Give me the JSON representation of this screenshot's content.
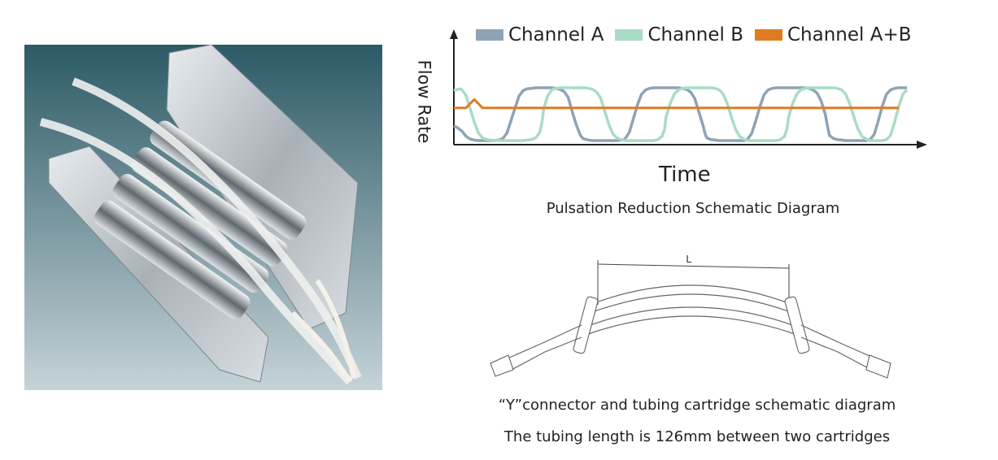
{
  "chart_data": {
    "type": "line",
    "title": "Pulsation Reduction Schematic Diagram",
    "xlabel": "Time",
    "ylabel": "Flow Rate",
    "x": [
      0,
      5,
      8,
      10,
      15,
      20,
      25,
      30,
      35,
      40,
      45,
      50,
      55,
      58,
      60,
      65,
      70,
      75,
      80,
      85,
      90,
      95,
      100,
      105,
      108,
      110,
      115,
      120,
      125,
      130,
      135,
      140,
      145,
      150,
      155,
      158,
      160,
      165,
      170,
      175,
      180,
      185,
      190,
      195,
      200,
      205,
      208,
      210,
      215,
      220,
      225,
      230,
      235,
      240,
      245,
      250,
      255,
      258,
      260,
      265,
      270,
      275,
      280,
      285,
      290,
      295,
      300,
      305,
      308,
      310,
      315,
      320,
      325,
      330,
      335,
      340,
      345,
      350,
      355,
      358,
      360,
      365,
      370,
      375,
      380,
      385,
      390,
      395,
      400,
      405,
      408,
      410,
      415,
      420,
      425,
      430,
      435,
      440,
      445,
      450,
      455,
      458,
      460,
      465,
      470,
      475,
      480,
      485,
      490,
      495,
      500,
      505,
      508,
      510,
      515,
      520,
      525,
      530,
      535,
      540,
      545,
      550,
      555
    ],
    "series": [
      {
        "name": "Channel A",
        "color": "#8ea3b5",
        "values": [
          0.28,
          0.24,
          0.2,
          0.18,
          0.08,
          0.03,
          0.01,
          0.0,
          0.0,
          0.0,
          0.0,
          0.0,
          0.01,
          0.03,
          0.04,
          0.14,
          0.38,
          0.62,
          0.85,
          0.95,
          0.98,
          0.99,
          1.0,
          1.0,
          1.0,
          1.0,
          1.0,
          1.0,
          0.99,
          0.97,
          0.93,
          0.82,
          0.55,
          0.3,
          0.1,
          0.04,
          0.03,
          0.01,
          0.0,
          0.0,
          0.0,
          0.0,
          0.0,
          0.0,
          0.0,
          0.01,
          0.02,
          0.04,
          0.16,
          0.42,
          0.68,
          0.88,
          0.96,
          0.99,
          1.0,
          1.0,
          1.0,
          1.0,
          1.0,
          1.0,
          1.0,
          1.0,
          0.99,
          0.97,
          0.92,
          0.8,
          0.55,
          0.3,
          0.12,
          0.05,
          0.02,
          0.01,
          0.0,
          0.0,
          0.0,
          0.0,
          0.0,
          0.0,
          0.0,
          0.01,
          0.03,
          0.14,
          0.38,
          0.65,
          0.87,
          0.96,
          0.99,
          1.0,
          1.0,
          1.0,
          1.0,
          1.0,
          1.0,
          1.0,
          1.0,
          1.0,
          0.99,
          0.96,
          0.9,
          0.75,
          0.5,
          0.25,
          0.1,
          0.04,
          0.02,
          0.01,
          0.0,
          0.0,
          0.0,
          0.0,
          0.0,
          0.0,
          0.01,
          0.02,
          0.12,
          0.38,
          0.66,
          0.88,
          0.96,
          0.99,
          1.0,
          1.0,
          1.0
        ]
      },
      {
        "name": "Channel B",
        "color": "#a8dcc6",
        "values": [
          0.95,
          0.97,
          0.98,
          0.96,
          0.85,
          0.6,
          0.35,
          0.15,
          0.05,
          0.02,
          0.01,
          0.0,
          0.0,
          0.0,
          0.0,
          0.0,
          0.0,
          0.0,
          0.0,
          0.0,
          0.01,
          0.02,
          0.05,
          0.15,
          0.35,
          0.6,
          0.85,
          0.96,
          0.99,
          1.0,
          1.0,
          1.0,
          1.0,
          1.0,
          1.0,
          1.0,
          1.0,
          0.99,
          0.97,
          0.92,
          0.8,
          0.55,
          0.3,
          0.12,
          0.05,
          0.02,
          0.01,
          0.0,
          0.0,
          0.0,
          0.0,
          0.0,
          0.0,
          0.0,
          0.0,
          0.02,
          0.08,
          0.2,
          0.45,
          0.7,
          0.88,
          0.96,
          0.99,
          1.0,
          1.0,
          1.0,
          1.0,
          1.0,
          1.0,
          1.0,
          1.0,
          0.99,
          0.96,
          0.88,
          0.7,
          0.45,
          0.22,
          0.08,
          0.03,
          0.01,
          0.0,
          0.0,
          0.0,
          0.0,
          0.0,
          0.0,
          0.0,
          0.0,
          0.02,
          0.08,
          0.22,
          0.45,
          0.7,
          0.88,
          0.96,
          0.99,
          1.0,
          1.0,
          1.0,
          1.0,
          1.0,
          1.0,
          1.0,
          1.0,
          0.99,
          0.96,
          0.88,
          0.7,
          0.45,
          0.22,
          0.08,
          0.03,
          0.01,
          0.0,
          0.0,
          0.0,
          0.0,
          0.02,
          0.1,
          0.35,
          0.65,
          0.88,
          0.96
        ]
      },
      {
        "name": "Channel A+B",
        "color": "#e07b22",
        "values": [
          0.62,
          0.62,
          0.62,
          0.62,
          0.62,
          0.7,
          0.78,
          0.7,
          0.62,
          0.62,
          0.62,
          0.62,
          0.62,
          0.62,
          0.62,
          0.62,
          0.62,
          0.62,
          0.62,
          0.62,
          0.62,
          0.62,
          0.62,
          0.62,
          0.62,
          0.62,
          0.62,
          0.62,
          0.62,
          0.62,
          0.62,
          0.62,
          0.62,
          0.62,
          0.62,
          0.62,
          0.62,
          0.62,
          0.62,
          0.62,
          0.62,
          0.62,
          0.62,
          0.62,
          0.62,
          0.62,
          0.62,
          0.62,
          0.62,
          0.62,
          0.62,
          0.62,
          0.62,
          0.62,
          0.62,
          0.62,
          0.62,
          0.62,
          0.62,
          0.62,
          0.62,
          0.62,
          0.62,
          0.62,
          0.62,
          0.62,
          0.62,
          0.62,
          0.62,
          0.62,
          0.62,
          0.62,
          0.62,
          0.62,
          0.62,
          0.62,
          0.62,
          0.62,
          0.62,
          0.62,
          0.62,
          0.62,
          0.62,
          0.62,
          0.62,
          0.62,
          0.62,
          0.62,
          0.62,
          0.62,
          0.62,
          0.62,
          0.62,
          0.62,
          0.62,
          0.62,
          0.62,
          0.62,
          0.62,
          0.62,
          0.62,
          0.62,
          0.62,
          0.62,
          0.62,
          0.62,
          0.62,
          0.62,
          0.62,
          0.62,
          0.62,
          0.62,
          0.62,
          0.62,
          0.62,
          0.62,
          0.62,
          0.62,
          0.62,
          0.62,
          0.62
        ]
      }
    ],
    "legend_position": "top",
    "grid": false
  },
  "legend": {
    "a_label": "Channel A",
    "b_label": "Channel B",
    "ab_label": "Channel A+B"
  },
  "colors": {
    "channel_a": "#8ea3b5",
    "channel_b": "#a8dcc6",
    "channel_ab": "#e07b22"
  },
  "axis": {
    "y_label": "Flow Rate",
    "x_label": "Time"
  },
  "captions": {
    "chart": "Pulsation Reduction Schematic Diagram",
    "connector": "“Y”connector and tubing cartridge schematic diagram",
    "length": "The tubing length is 126mm between two cartridges"
  },
  "tubing": {
    "dimension_label": "L"
  },
  "photo": {
    "icon": "peristaltic-pump-head-photo"
  }
}
